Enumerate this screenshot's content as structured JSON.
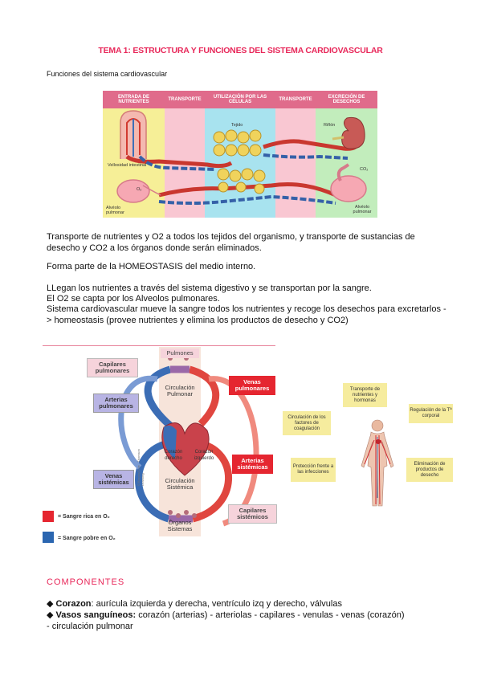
{
  "title": "TEMA 1: ESTRUCTURA Y FUNCIONES DEL SISTEMA CARDIOVASCULAR",
  "subtitle": "Funciones del sistema cardiovascular",
  "top_diagram": {
    "headers": [
      "ENTRADA DE NUTRIENTES",
      "TRANSPORTE",
      "UTILIZACIÓN POR LAS CÉLULAS",
      "TRANSPORTE",
      "EXCRECIÓN DE DESECHOS"
    ],
    "labels": {
      "vellosidad": "Vellosidad intestinal",
      "alveolo_left": "Alvéolo pulmonar",
      "o2": "O₂",
      "tejido": "Tejido",
      "rinon": "Riñón",
      "co2": "CO₂",
      "alveolo_right": "Alvéolo pulmonar"
    },
    "colors": {
      "entrada": "#f6ef97",
      "transporte": "#f9c7d2",
      "utilizacion": "#a8e3ef",
      "excrecion": "#c2edbc",
      "header": "#e06b8b"
    }
  },
  "paragraphs": {
    "p1": "Transporte de nutrientes y O2 a todos los tejidos del organismo, y transporte de sustancias de desecho y CO2 a los órganos donde serán eliminados.",
    "p2": "Forma parte de la HOMEOSTASIS del medio interno.",
    "p3a": "LLegan los nutrientes a través del sistema digestivo y se transportan por la sangre.",
    "p3b": "El O2 se capta por los  Alveolos pulmonares.",
    "p3c": "Sistema cardiovascular mueve la sangre todos los nutrientes y recoge los desechos para excretarlos -> homeostasis (provee nutrientes y elimina los productos de desecho y CO2)"
  },
  "circulation": {
    "pulmones": "Pulmones",
    "capilares_pulmonares": "Capilares pulmonares",
    "arterias_pulmonares": "Arterias pulmonares",
    "venas_pulmonares": "Venas pulmonares",
    "circ_pulmonar": "Circulación Pulmonar",
    "corazon_derecho": "Corazón derecho",
    "corazon_izquierdo": "Corazón izquierdo",
    "circ_sistemica": "Circulación Sistémica",
    "venas_sistemicas": "Venas sistémicas",
    "arterias_sistemicas": "Arterias sistémicas",
    "capilares_sistemicos": "Capilares sistémicos",
    "organos": "Órganos Sistemas",
    "legend_red": "= Sangre rica en O₂",
    "legend_blue": "= Sangre pobre en O₂",
    "credit": "© Brooks/Cole - Thomson Learning",
    "colors": {
      "red": "#e52630",
      "blue": "#2b66b0",
      "pink_box": "#f6d3db",
      "purple_box": "#b8b4e4",
      "tan_box": "#f0cdbb"
    }
  },
  "functions": {
    "transporte": "Transporte de nutrientes y hormonas",
    "regulacion": "Regulación de la Tª corporal",
    "circulacion": "Circulación de los factores de coagulación",
    "proteccion": "Protección frente a las infecciones",
    "eliminacion": "Eliminación de productos de desecho",
    "box_color": "#f6ec9e"
  },
  "componentes": {
    "heading": "COMPONENTES",
    "items": [
      {
        "bold": "Corazon",
        "rest": ": aurícula izquierda y derecha, ventrículo izq y derecho, válvulas"
      },
      {
        "bold": "Vasos sanguíneos:",
        "rest": " corazón (arterias) - arteriolas - capilares - venulas - venas (corazón)"
      }
    ],
    "sub": "circulación pulmonar"
  }
}
